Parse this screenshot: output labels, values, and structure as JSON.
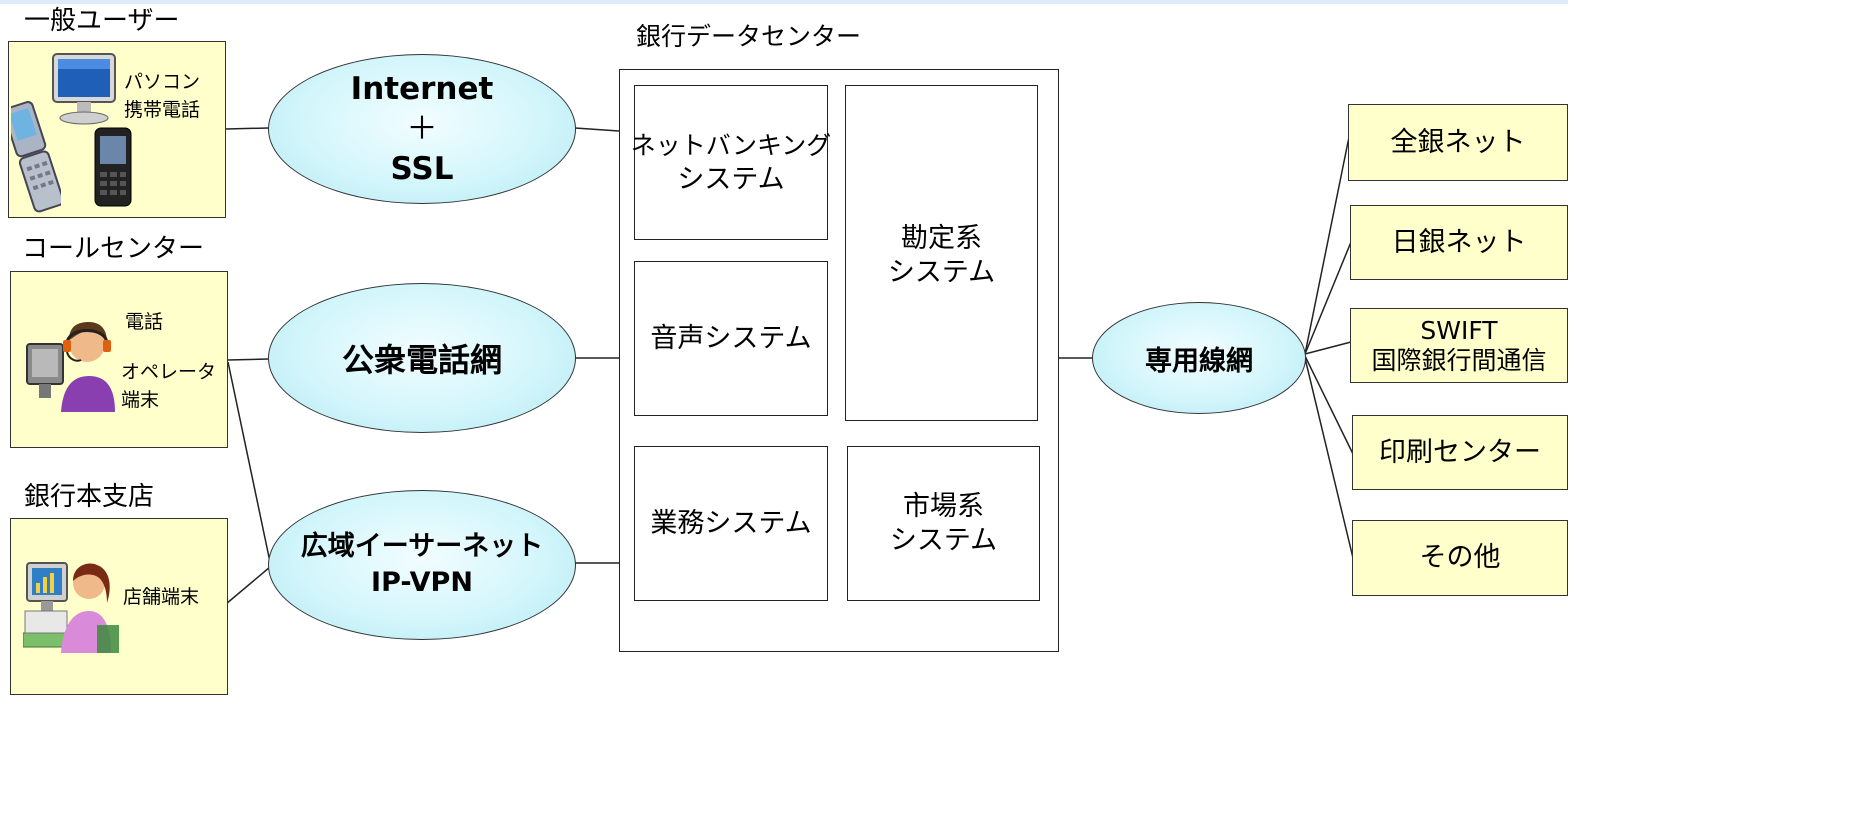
{
  "groups": {
    "general_users": {
      "heading": "一般ユーザー",
      "label_1": "パソコン",
      "label_2": "携帯電話"
    },
    "call_center": {
      "heading": "コールセンター",
      "label_1": "電話",
      "label_2": "オペレータ",
      "label_3": "端末"
    },
    "branch": {
      "heading": "銀行本支店",
      "label_1": "店舗端末"
    }
  },
  "networks": {
    "internet": {
      "line_1": "Internet",
      "line_2": "＋",
      "line_3": "SSL"
    },
    "public_phone": {
      "line_1": "公衆電話網"
    },
    "wide_area": {
      "line_1": "広域イーサーネット",
      "line_2": "IP-VPN"
    },
    "leased_line": {
      "line_1": "専用線網"
    }
  },
  "data_center": {
    "title": "銀行データセンター",
    "systems": {
      "net_banking": {
        "line_1": "ネットバンキング",
        "line_2": "システム"
      },
      "accounting": {
        "line_1": "勘定系",
        "line_2": "システム"
      },
      "voice": {
        "line_1": "音声システム"
      },
      "business": {
        "line_1": "業務システム"
      },
      "market": {
        "line_1": "市場系",
        "line_2": "システム"
      }
    }
  },
  "destinations": {
    "zengin": {
      "line_1": "全銀ネット"
    },
    "nichigin": {
      "line_1": "日銀ネット"
    },
    "swift": {
      "line_1": "SWIFT",
      "line_2": "国際銀行間通信"
    },
    "printing": {
      "line_1": "印刷センター"
    },
    "other": {
      "line_1": "その他"
    }
  },
  "colors": {
    "user_box_fill": "#ffffcc",
    "network_ellipse_fill": "#d3f6fb",
    "outline": "#222222",
    "background": "#ffffff"
  }
}
